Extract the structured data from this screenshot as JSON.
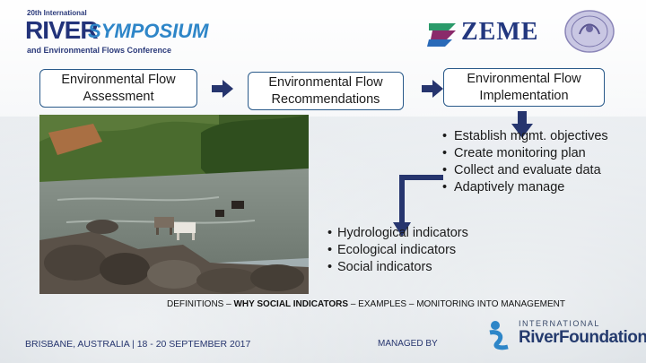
{
  "header": {
    "symposium_top": "20th International",
    "symposium_river": "RIVER",
    "symposium_word": "SYMPOSIUM",
    "symposium_bottom": "and Environmental Flows Conference",
    "zeme_logo": "ZEME"
  },
  "flow": {
    "boxes": [
      {
        "line1": "Environmental Flow",
        "line2": "Assessment"
      },
      {
        "line1": "Environmental Flow",
        "line2": "Recommendations"
      },
      {
        "line1": "Environmental Flow",
        "line2": "Implementation"
      }
    ]
  },
  "implementation_steps": [
    "Establish mgmt. objectives",
    "Create monitoring plan",
    "Collect and evaluate data",
    "Adaptively manage"
  ],
  "indicators": [
    "Hydrological indicators",
    "Ecological indicators",
    "Social indicators"
  ],
  "caption": {
    "prefix": "DEFINITIONS – ",
    "bold": "WHY SOCIAL INDICATORS",
    "suffix": " – EXAMPLES – MONITORING INTO MANAGEMENT"
  },
  "footer": {
    "location": "BRISBANE, AUSTRALIA |  18 - 20 SEPTEMBER 2017",
    "managed_by": "MANAGED BY",
    "irf_top": "INTERNATIONAL",
    "irf_main": "RiverFoundation"
  },
  "colors": {
    "arrow": "#26356e",
    "box_border": "#2a5a8a",
    "brand_blue": "#2e86c8"
  }
}
